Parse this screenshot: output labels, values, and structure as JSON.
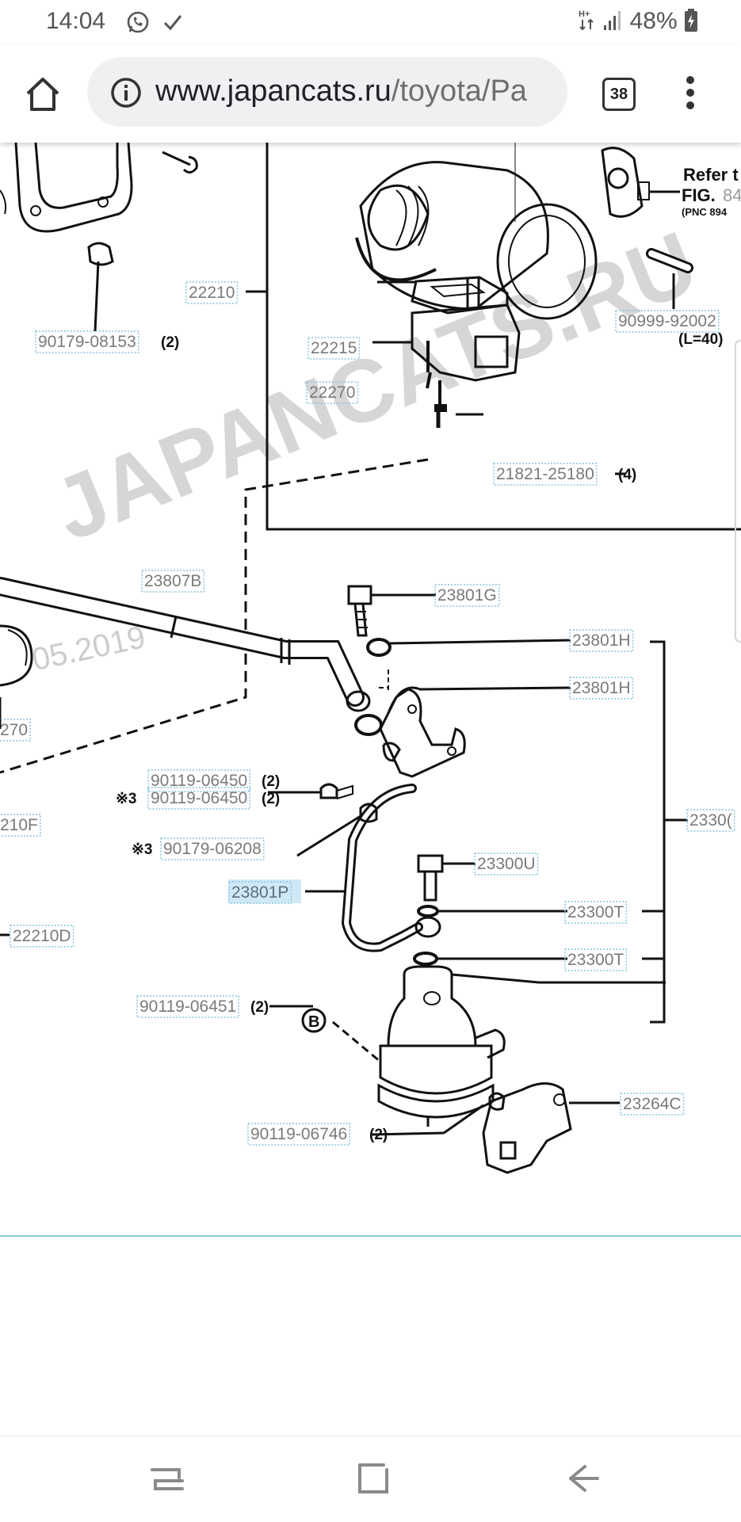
{
  "status_bar": {
    "time": "14:04",
    "battery": "48%",
    "icons": [
      "whatsapp-icon",
      "check-icon",
      "data-hplus-icon",
      "signal-icon",
      "battery-charging-icon"
    ]
  },
  "browser": {
    "url_host": "www.japancats.ru",
    "url_path": "/toyota/Pa",
    "tab_count": "38"
  },
  "diagram": {
    "watermark": "JAPANCATS.RU",
    "date_watermark": "05.2019",
    "parts": {
      "p22210": "22210",
      "p90179_08153": "90179-08153",
      "p90179_08153_qty": "(2)",
      "p22215": "22215",
      "p22270": "22270",
      "p21821_25180": "21821-25180",
      "p21821_25180_qty": "(4)",
      "p90999_92002": "90999-92002",
      "p90999_note": "(L=40)",
      "refer_line1": "Refer t",
      "refer_line2": "FIG.",
      "refer_fig_num": "84",
      "refer_line3": "(PNC 894",
      "p23807B": "23807B",
      "p23801G": "23801G",
      "p23801H_a": "23801H",
      "p23801H_b": "23801H",
      "p2330": "2330(",
      "p270": "270",
      "p90119_06450": "90119-06450",
      "p90119_06450_qty": "(2)",
      "p90119_06450b": "90119-06450",
      "p90119_06450b_qty": "(2)",
      "mark3_a": "※3",
      "p210F": "210F",
      "mark3_b": "※3",
      "p90179_06208": "90179-06208",
      "p23300U": "23300U",
      "p23801P": "23801P",
      "p22210D": "22210D",
      "p23300T_a": "23300T",
      "p23300T_b": "23300T",
      "p90119_06451": "90119-06451",
      "p90119_06451_qty": "(2)",
      "ref_B": "B",
      "p23264C": "23264C",
      "p90119_06746": "90119-06746",
      "p90119_06746_qty": "(2)"
    }
  },
  "colors": {
    "label_box": "#87c4dd",
    "highlight": "#cfe8f6",
    "divider": "#8fc9d6"
  }
}
